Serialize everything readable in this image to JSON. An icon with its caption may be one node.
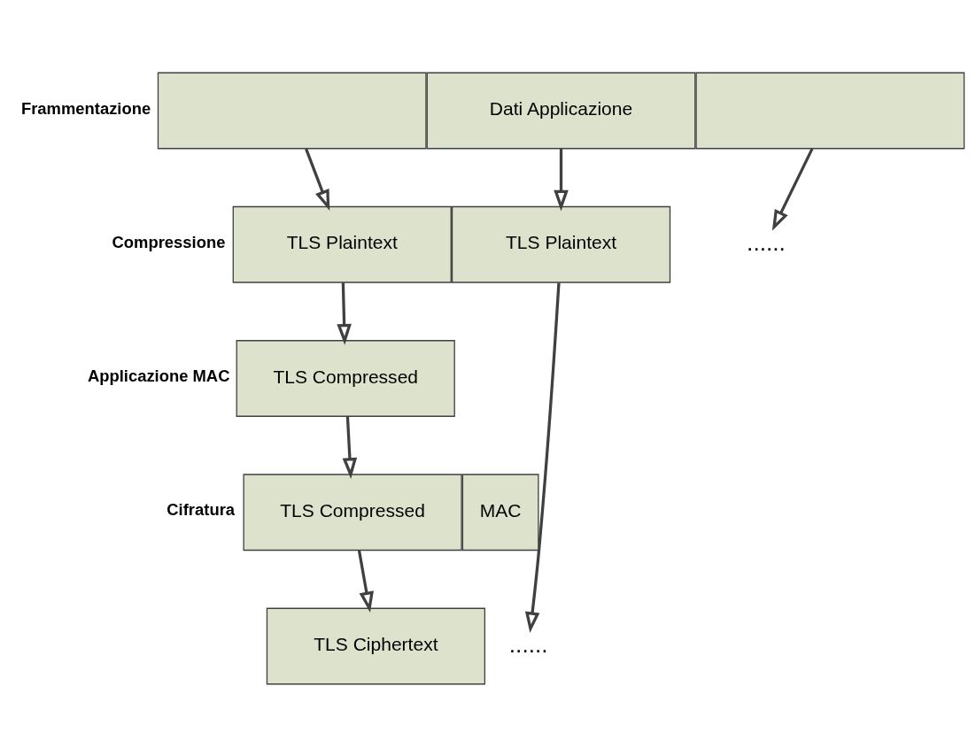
{
  "diagram": {
    "nodes": [
      {
        "text": [],
        "shape": "box"
      },
      {
        "text": [
          "Dati Applicazione"
        ]
      },
      {
        "text": [],
        "shape": "box"
      },
      {
        "text": [
          "TLS Plaintext"
        ]
      },
      {
        "text": [
          "TLS Plaintext"
        ]
      },
      {
        "text": [
          "......"
        ]
      },
      {
        "text": [
          "TLS Compressed"
        ]
      },
      {
        "text": [
          "TLS Compressed"
        ]
      },
      {
        "text": [
          "MAC"
        ]
      },
      {
        "text": [
          "......"
        ]
      },
      {
        "text": [
          "TLS Ciphertext"
        ]
      }
    ],
    "edges": [
      {
        "from": 0,
        "to": 3,
        "arrow": "to"
      },
      {
        "from": 1,
        "to": 4,
        "arrow": "to"
      },
      {
        "from": 2,
        "to": 5,
        "arrow": "to"
      },
      {
        "from": 3,
        "to": 6,
        "arrow": "to"
      },
      {
        "from": 4,
        "to": 9,
        "arrow": "to"
      },
      {
        "from": 6,
        "to": 7,
        "arrow": "to"
      },
      {
        "from": 7,
        "to": 10,
        "arrow": "to"
      }
    ],
    "labels": [
      "Frammentazione",
      "Compressione",
      "Applicazione MAC",
      "Cifratura"
    ]
  }
}
